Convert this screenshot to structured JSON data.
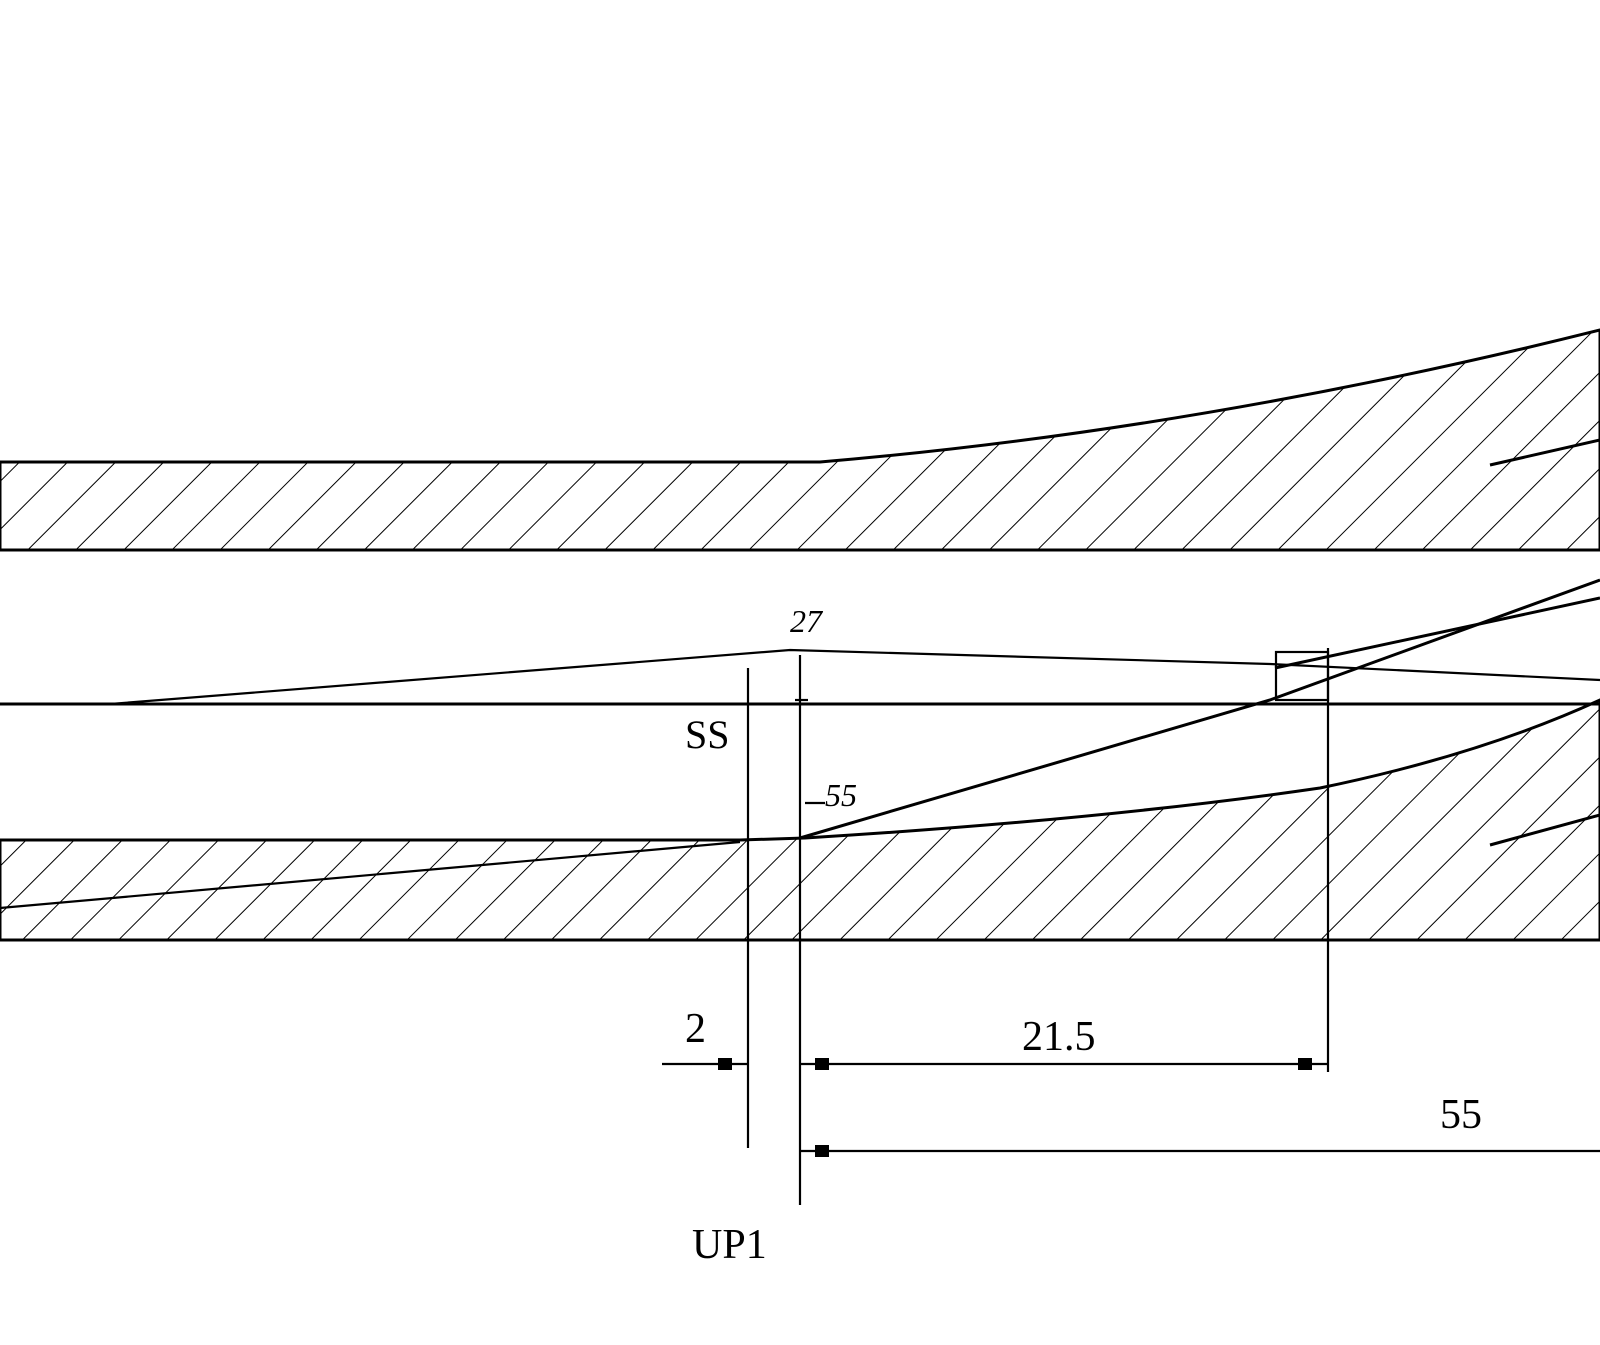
{
  "drawing": {
    "labels": {
      "top_small": "27",
      "ss": "SS",
      "mid_small": "55",
      "dim_2": "2",
      "dim_21_5": "21.5",
      "dim_55": "55",
      "up1": "UP1"
    }
  }
}
